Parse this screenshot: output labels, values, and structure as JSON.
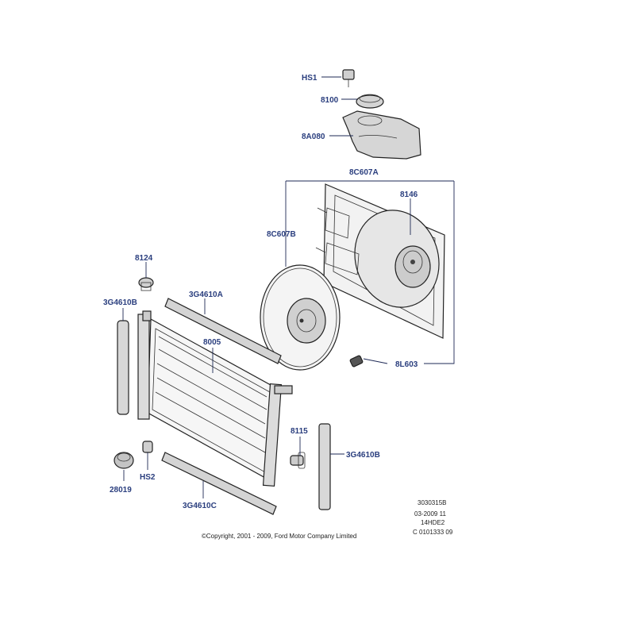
{
  "labels": {
    "hs1": "HS1",
    "p8100": "8100",
    "p8a080": "8A080",
    "p8c607a": "8C607A",
    "p8146": "8146",
    "p8c607b": "8C607B",
    "p8124": "8124",
    "p3g4610a": "3G4610A",
    "p3g4610b_left": "3G4610B",
    "p8005": "8005",
    "p8l603": "8L603",
    "p8115": "8115",
    "p3g4610b_right": "3G4610B",
    "p28019": "28019",
    "hs2": "HS2",
    "p3g4610c": "3G4610C"
  },
  "reference": {
    "line1": "3030315B",
    "line2": "03-2009 11",
    "line3": "14HDE2",
    "line4": "C 0101333 09"
  },
  "copyright": "©Copyright, 2001 - 2009, Ford Motor Company Limited",
  "colors": {
    "label": "#2a3e7e",
    "line": "#1e2a55",
    "part_fill": "#d8d8d8"
  }
}
